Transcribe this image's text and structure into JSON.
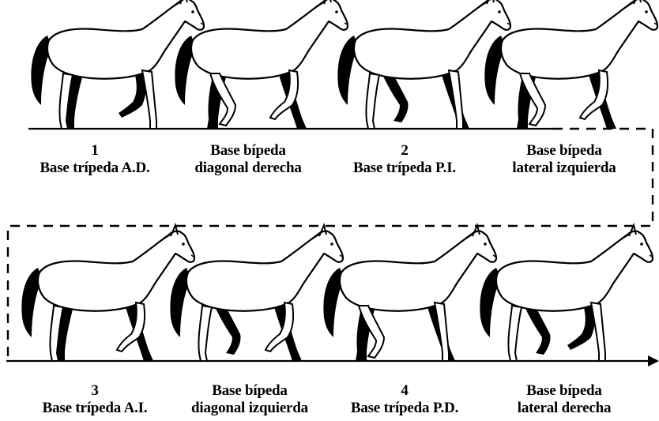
{
  "colors": {
    "ink": "#000000",
    "paper": "#ffffff"
  },
  "rows": [
    {
      "steps": [
        {
          "kind": "tripedal",
          "number": "1",
          "caption": "Base trípeda A.D.",
          "icon": "horse-walking-icon"
        },
        {
          "kind": "bipedal",
          "number": "",
          "caption_line1": "Base bípeda",
          "caption_line2": "diagonal derecha",
          "icon": "horse-walking-icon"
        },
        {
          "kind": "tripedal",
          "number": "2",
          "caption": "Base trípeda P.I.",
          "icon": "horse-walking-icon"
        },
        {
          "kind": "bipedal",
          "number": "",
          "caption_line1": "Base bípeda",
          "caption_line2": "lateral izquierda",
          "icon": "horse-walking-icon"
        }
      ]
    },
    {
      "steps": [
        {
          "kind": "tripedal",
          "number": "3",
          "caption": "Base trípeda A.I.",
          "icon": "horse-walking-icon"
        },
        {
          "kind": "bipedal",
          "number": "",
          "caption_line1": "Base bípeda",
          "caption_line2": "diagonal izquierda",
          "icon": "horse-walking-icon"
        },
        {
          "kind": "tripedal",
          "number": "4",
          "caption": "Base trípeda P.D.",
          "icon": "horse-walking-icon"
        },
        {
          "kind": "bipedal",
          "number": "",
          "caption_line1": "Base bípeda",
          "caption_line2": "lateral derecha",
          "icon": "horse-walking-icon"
        }
      ]
    }
  ]
}
